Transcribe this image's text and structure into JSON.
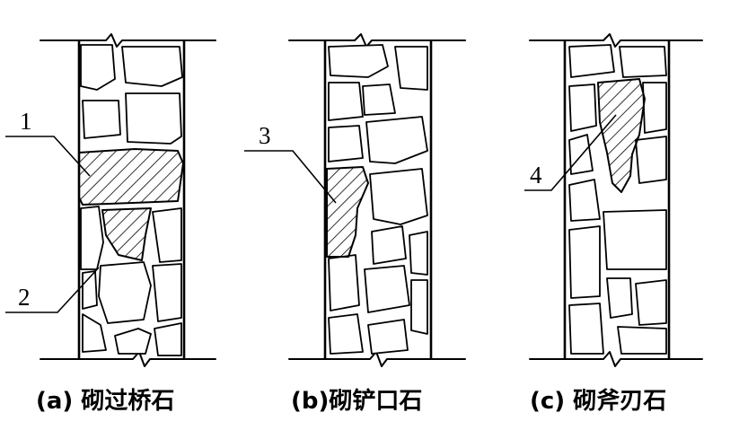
{
  "panels": [
    {
      "caption": "(a) 砌过桥石",
      "callouts": [
        "1",
        "2"
      ]
    },
    {
      "caption": "(b)砌铲口石",
      "callouts": [
        "3"
      ]
    },
    {
      "caption": "(c) 砌斧刃石",
      "callouts": [
        "4"
      ]
    }
  ]
}
